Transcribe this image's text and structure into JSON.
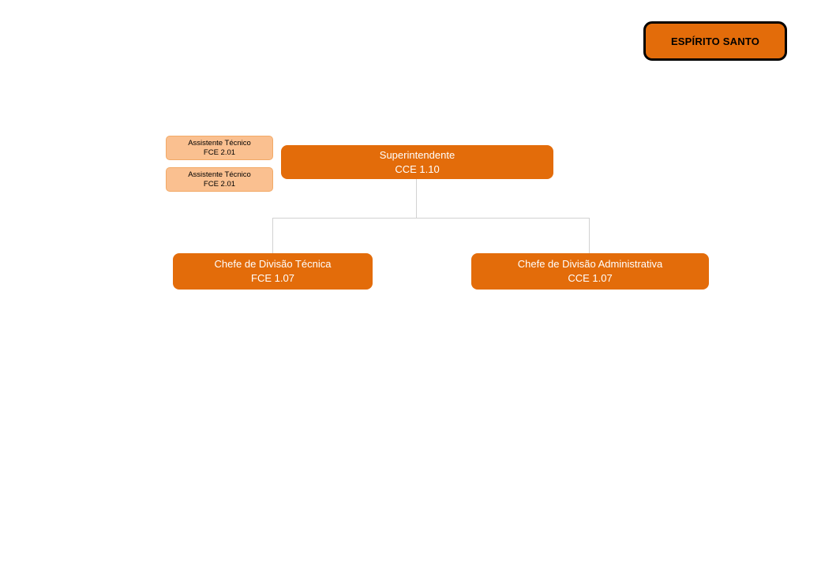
{
  "page": {
    "background_color": "#ffffff"
  },
  "badge": {
    "label": "ESPÍRITO SANTO",
    "fill_color": "#e36c0a",
    "border_color": "#000000",
    "text_color": "#000000"
  },
  "org_chart": {
    "root": {
      "title": "Superintendente",
      "code": "CCE 1.10"
    },
    "assistants": [
      {
        "title": "Assistente Técnico",
        "code": "FCE 2.01"
      },
      {
        "title": "Assistente Técnico",
        "code": "FCE 2.01"
      }
    ],
    "children": [
      {
        "title": "Chefe de Divisão Técnica",
        "code": "FCE 1.07"
      },
      {
        "title": "Chefe de Divisão Administrativa",
        "code": "CCE 1.07"
      }
    ],
    "colors": {
      "node_fill": "#e36c0a",
      "node_text": "#ffffff",
      "assistant_fill": "#fac090",
      "assistant_border": "#f2a966",
      "assistant_text": "#000000",
      "connector": "#d2d2d2"
    }
  }
}
